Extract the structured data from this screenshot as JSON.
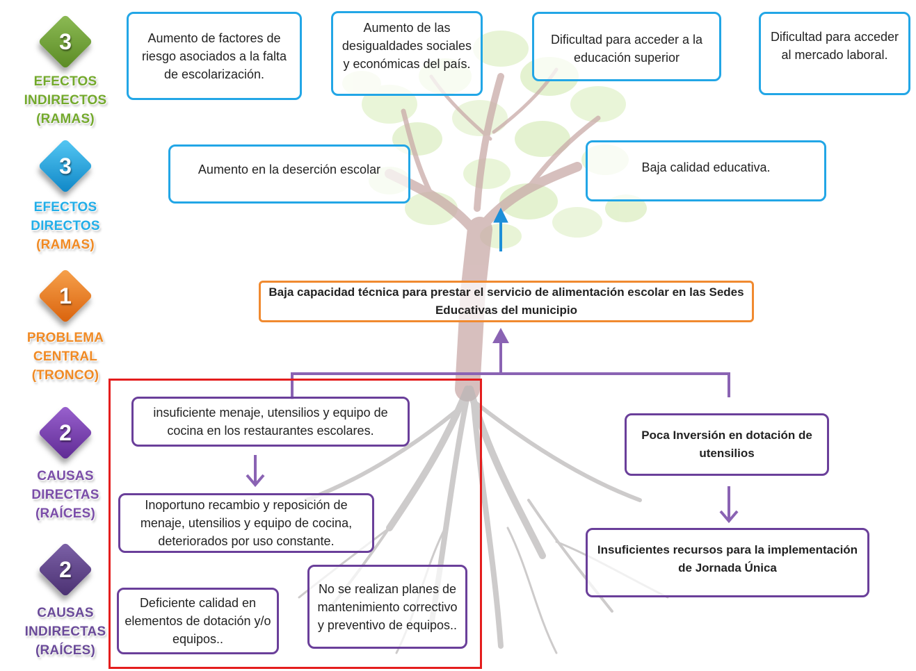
{
  "legend": [
    {
      "number": "3",
      "lines": [
        "EFECTOS",
        "INDIRECTOS",
        "(RAMAS)"
      ],
      "color": "#6c9a2f",
      "label_color": "#73a92c"
    },
    {
      "number": "3",
      "lines": [
        "EFECTOS",
        "DIRECTOS",
        "(RAMAS)"
      ],
      "color": "#1ba6e0",
      "label_color": "#22aee8"
    },
    {
      "number": "1",
      "lines": [
        "PROBLEMA",
        "CENTRAL",
        "(TRONCO)"
      ],
      "color": "#ef7a1f",
      "label_color": "#f08a24"
    },
    {
      "number": "2",
      "lines": [
        "CAUSAS",
        "DIRECTAS",
        "(RAÍCES)"
      ],
      "color": "#7a3fb0",
      "label_color": "#7a4da8"
    },
    {
      "number": "2",
      "lines": [
        "CAUSAS",
        "INDIRECTAS",
        "(RAÍCES)"
      ],
      "color": "#5b3f86",
      "label_color": "#6a4a99"
    }
  ],
  "indirect_effects": [
    "Aumento de factores de riesgo asociados a la falta de escolarización.",
    "Aumento de las desigualdades sociales y económicas del país.",
    "Dificultad para acceder a la educación superior",
    "Dificultad para acceder al mercado laboral."
  ],
  "direct_effects": [
    "Aumento en la deserción escolar",
    "Baja calidad educativa."
  ],
  "central_problem": "Baja capacidad técnica para prestar el servicio de alimentación escolar en las Sedes Educativas del municipio",
  "causes_left": {
    "direct": "insuficiente menaje, utensilios y equipo de cocina en los restaurantes escolares.",
    "indirect_1": "Inoportuno recambio y reposición de menaje, utensilios y equipo de cocina, deteriorados por uso constante.",
    "indirect_2": "Deficiente calidad en elementos de dotación y/o equipos..",
    "indirect_3": "No se realizan planes de mantenimiento correctivo y preventivo de equipos.."
  },
  "causes_right": {
    "direct": "Poca Inversión en dotación de utensilios",
    "indirect": "Insuficientes recursos para la implementación de Jornada Única"
  },
  "colors": {
    "blue_border": "#22a6e6",
    "orange_border": "#f08a30",
    "purple_border": "#6a3f9a",
    "highlight_frame": "#e41d1d",
    "arrow_blue": "#1d8fd8",
    "arrow_purple": "#8a63b3"
  }
}
